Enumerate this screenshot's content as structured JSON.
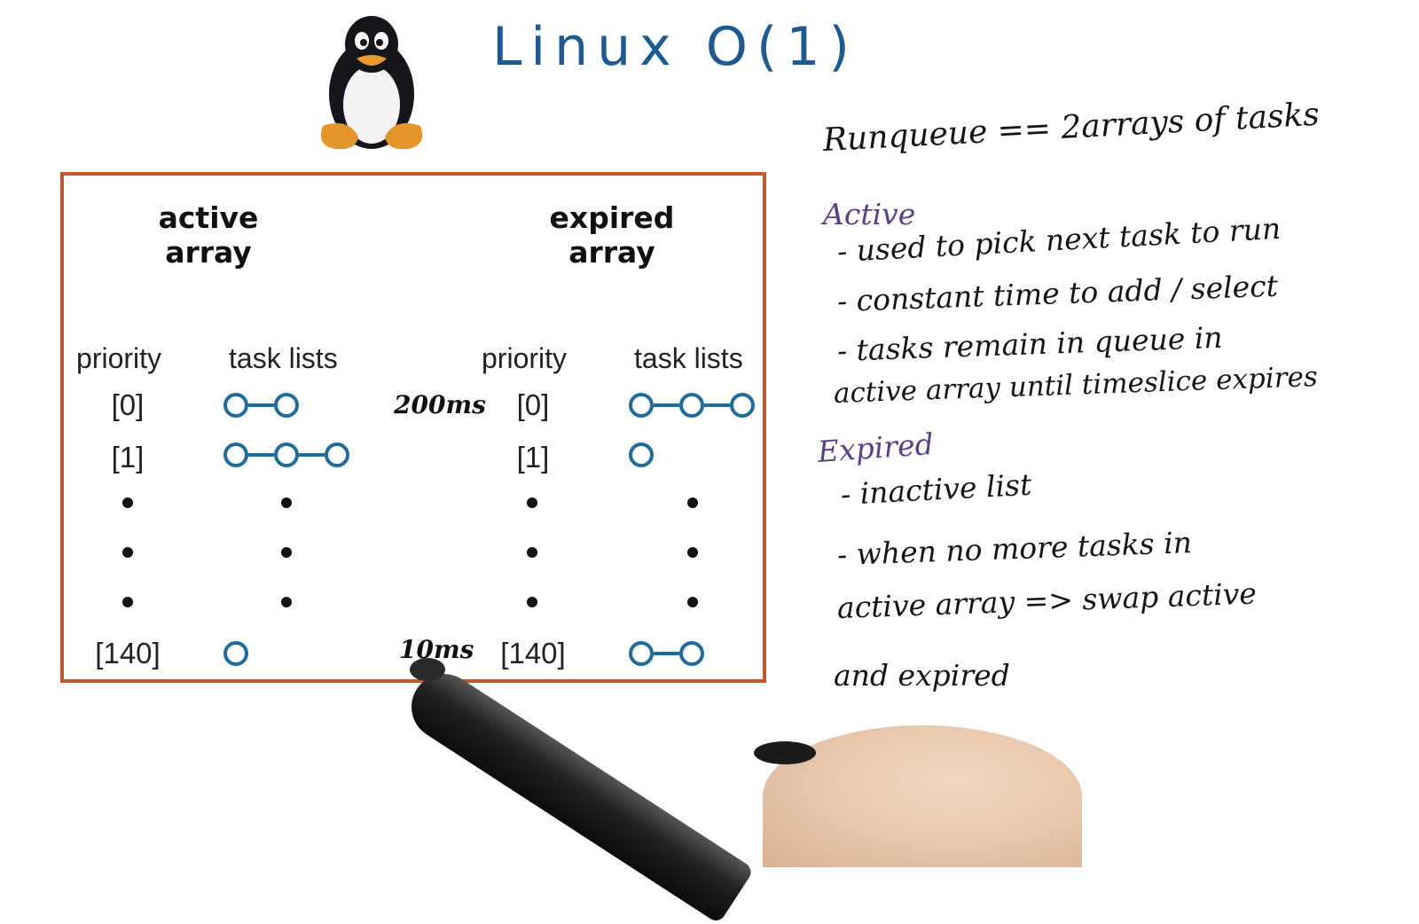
{
  "title": "Linux O(1)",
  "diagram": {
    "active": {
      "heading": "active\narray",
      "priority_header": "priority",
      "tasks_header": "task lists",
      "rows": [
        {
          "index": "[0]",
          "tasks": 2
        },
        {
          "index": "[1]",
          "tasks": 3
        },
        {
          "index": "[140]",
          "tasks": 1
        }
      ]
    },
    "expired": {
      "heading": "expired\narray",
      "priority_header": "priority",
      "tasks_header": "task lists",
      "rows": [
        {
          "index": "[0]",
          "tasks": 3
        },
        {
          "index": "[1]",
          "tasks": 1
        },
        {
          "index": "[140]",
          "tasks": 2
        }
      ]
    },
    "timeslice_high": "200ms",
    "timeslice_low": "10ms"
  },
  "notes": {
    "runqueue": "Runqueue == 2arrays of tasks",
    "active_label": "Active",
    "active_items": [
      "- used to pick next task to run",
      "- constant time to add / select",
      "- tasks remain in queue in",
      "active array until timeslice expires"
    ],
    "expired_label": "Expired",
    "expired_items": [
      "- inactive list",
      "- when no more tasks in",
      "active array => swap active",
      "and expired"
    ]
  },
  "colors": {
    "box_border": "#c4572d",
    "task_node": "#1f6c9a",
    "title": "#1c5a8f",
    "note_labels": "#5a3f86"
  },
  "icons": [
    "tux-penguin-icon"
  ]
}
